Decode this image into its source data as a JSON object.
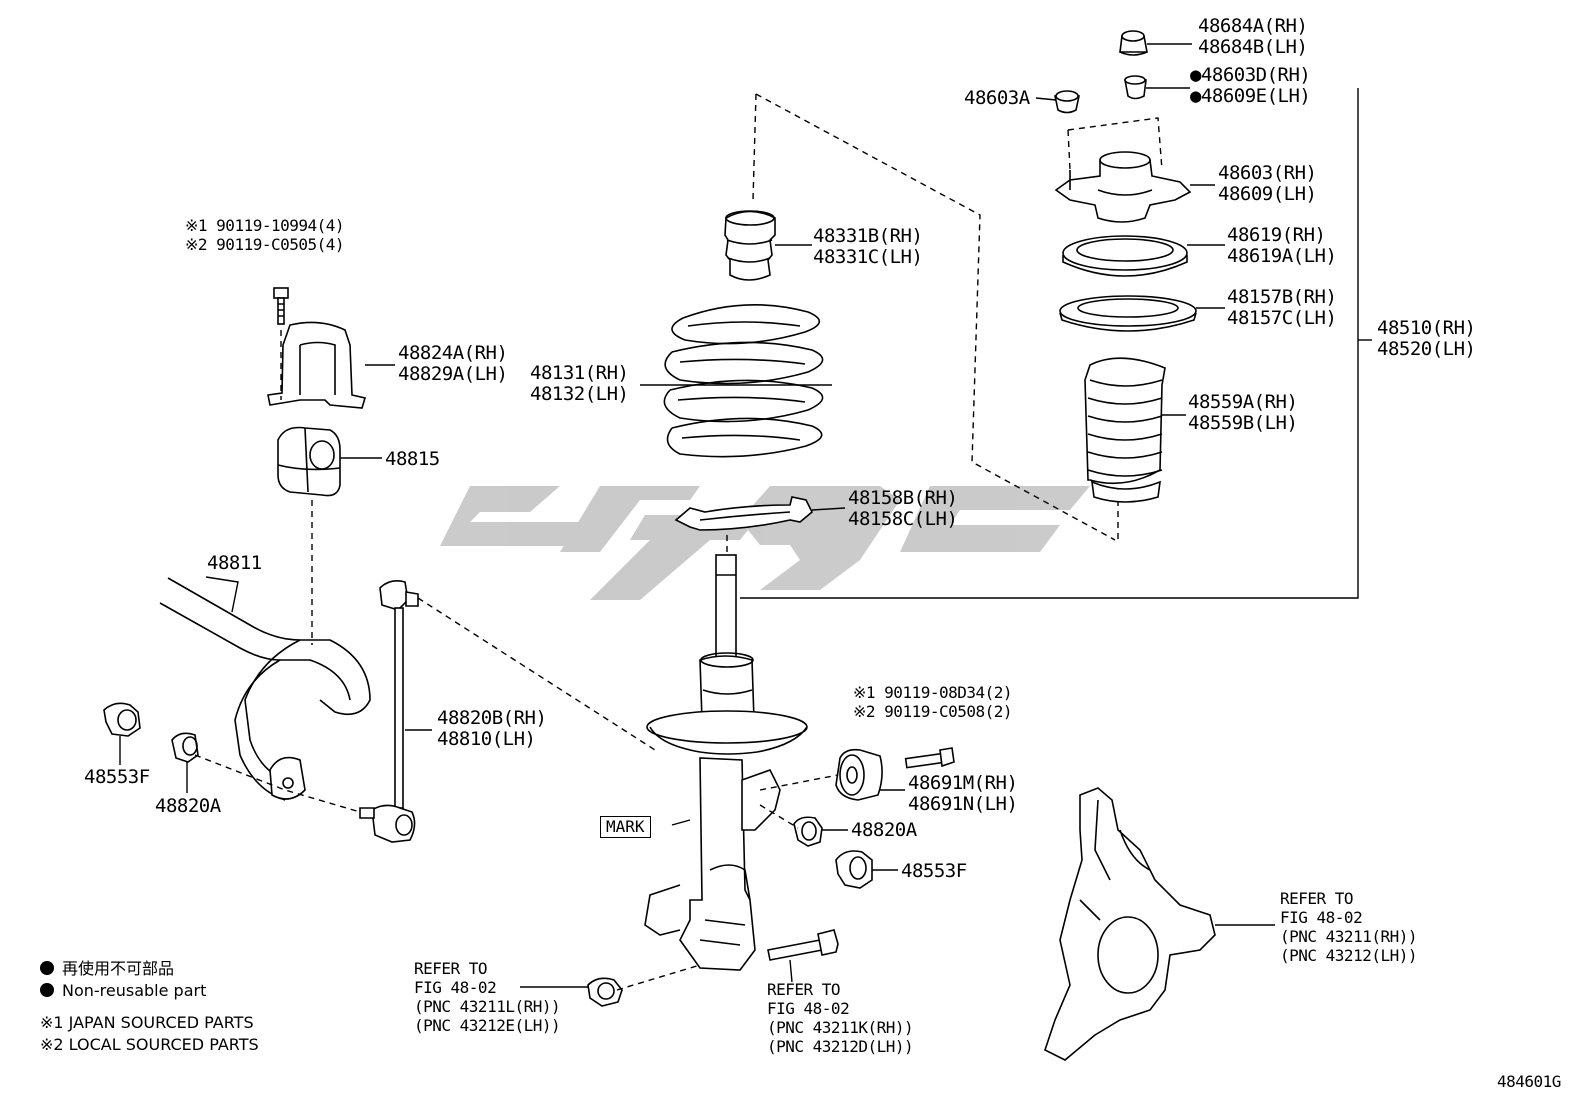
{
  "labels": {
    "p48684": [
      "48684A(RH)",
      "48684B(LH)"
    ],
    "p48603d": [
      "●48603D(RH)",
      "●48609E(LH)"
    ],
    "p48603a": "48603A",
    "p48603": [
      "48603(RH)",
      "48609(LH)"
    ],
    "p48619": [
      "48619(RH)",
      "48619A(LH)"
    ],
    "p48157": [
      "48157B(RH)",
      "48157C(LH)"
    ],
    "p48510": [
      "48510(RH)",
      "48520(LH)"
    ],
    "p48559": [
      "48559A(RH)",
      "48559B(LH)"
    ],
    "p48331": [
      "48331B(RH)",
      "48331C(LH)"
    ],
    "p48131": [
      "48131(RH)",
      "48132(LH)"
    ],
    "p48158": [
      "48158B(RH)",
      "48158C(LH)"
    ],
    "bolt_top": [
      "※1 90119-10994(4)",
      "※2 90119-C0505(4)"
    ],
    "p48824": [
      "48824A(RH)",
      "48829A(LH)"
    ],
    "p48815": "48815",
    "p48811": "48811",
    "p48820b": [
      "48820B(RH)",
      "48810(LH)"
    ],
    "p48553f_left": "48553F",
    "p48820a_left": "48820A",
    "bolt_mid": [
      "※1 90119-08D34(2)",
      "※2 90119-C0508(2)"
    ],
    "p48691": [
      "48691M(RH)",
      "48691N(LH)"
    ],
    "p48820a_right": "48820A",
    "p48553f_right": "48553F",
    "mark": "MARK",
    "ref_knuckle": [
      "REFER TO",
      "FIG 48-02",
      "(PNC 43211(RH))",
      "(PNC 43212(LH))"
    ],
    "ref_nut": [
      "REFER TO",
      "FIG 48-02",
      "(PNC 43211L(RH))",
      "(PNC 43212E(LH))"
    ],
    "ref_bolt": [
      "REFER TO",
      "FIG 48-02",
      "(PNC 43211K(RH))",
      "(PNC 43212D(LH))"
    ],
    "figure_id": "484601G"
  },
  "legend": {
    "nonreuse_jp": "再使用不可部品",
    "nonreuse_en": "Non-reusable part",
    "japan": "※1 JAPAN SOURCED PARTS",
    "local": "※2 LOCAL SOURCED PARTS"
  },
  "watermark_color": "#c8c8c8"
}
